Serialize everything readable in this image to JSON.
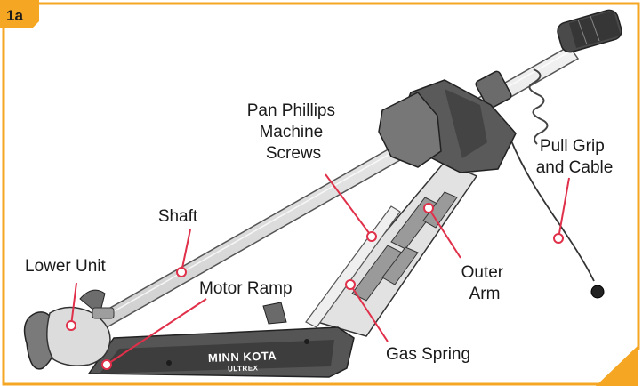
{
  "figure": {
    "tag": "1a",
    "accent_color": "#f5a623",
    "leader_color": "#e0304a"
  },
  "product": {
    "brand": "MINN KOTA",
    "model": "ULTREX"
  },
  "callouts": [
    {
      "id": "pan-phillips",
      "lines": [
        "Pan Phillips",
        "Machine",
        "Screws"
      ]
    },
    {
      "id": "pull-grip",
      "lines": [
        "Pull Grip",
        "and Cable"
      ]
    },
    {
      "id": "shaft",
      "lines": [
        "Shaft"
      ]
    },
    {
      "id": "lower-unit",
      "lines": [
        "Lower Unit"
      ]
    },
    {
      "id": "motor-ramp",
      "lines": [
        "Motor Ramp"
      ]
    },
    {
      "id": "outer-arm",
      "lines": [
        "Outer",
        "Arm"
      ]
    },
    {
      "id": "gas-spring",
      "lines": [
        "Gas Spring"
      ]
    }
  ]
}
